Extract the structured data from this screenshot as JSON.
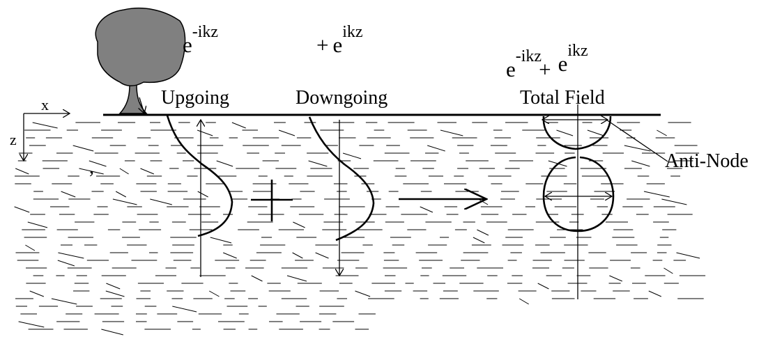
{
  "labels": {
    "upgoing_exp_base": "e",
    "upgoing_exp_sup": "-ikz",
    "upgoing": "Upgoing",
    "plus_sign": "+",
    "downgoing_exp_base": "e",
    "downgoing_exp_sup": "ikz",
    "downgoing": "Downgoing",
    "total_exp1_base": "e",
    "total_exp1_sup": "-ikz",
    "total_plus": "+",
    "total_exp2_base": "e",
    "total_exp2_sup": "ikz",
    "total_field": "Total Field",
    "anti_node": "Anti-Node",
    "axis_x": "x",
    "axis_z": "z",
    "comma": ","
  },
  "colors": {
    "tree_fill": "#808080",
    "ink": "#000000",
    "background": "#ffffff"
  }
}
